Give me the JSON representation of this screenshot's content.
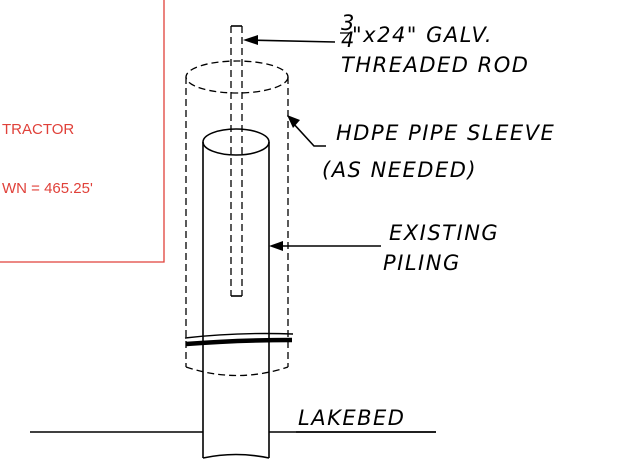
{
  "note_box": {
    "line1": "TRACTOR",
    "line2": "WN = 465.25'"
  },
  "labels": {
    "rod_fraction_num": "3",
    "rod_fraction_den": "4",
    "rod_line1_rest": "\"x24\" GALV.",
    "rod_line2": "THREADED ROD",
    "sleeve_line1": "HDPE PIPE SLEEVE",
    "sleeve_line2": "(AS NEEDED)",
    "piling_line1": "EXISTING",
    "piling_line2": "PILING",
    "lakebed": "LAKEBED"
  },
  "colors": {
    "note_border": "#e0413a",
    "note_text": "#e0413a",
    "lines": "#000000"
  }
}
